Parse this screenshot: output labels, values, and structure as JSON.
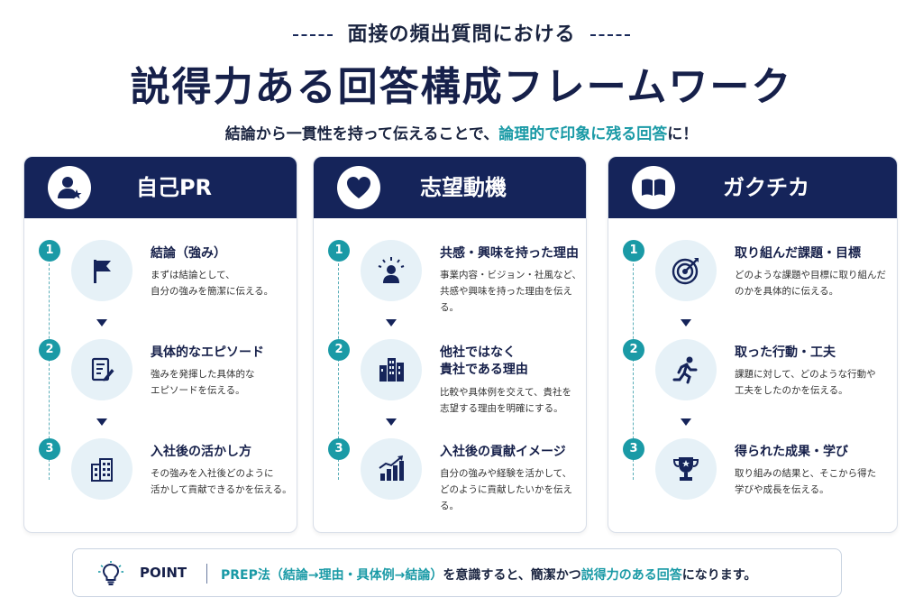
{
  "header": {
    "eyebrow": "面接の頻出質問における",
    "title": "説得力ある回答構成フレームワーク",
    "subtitle_prefix": "結論から一貫性を持って伝えることで、",
    "subtitle_highlight": "論理的で印象に残る回答",
    "subtitle_suffix": "に！"
  },
  "colors": {
    "navy": "#15245a",
    "teal": "#1a9aa6",
    "icon_bg": "#e6f1f7"
  },
  "cards": [
    {
      "title": "自己PR",
      "icon": "user-star-icon",
      "steps": [
        {
          "num": "1",
          "icon": "flag-icon",
          "title": "結論（強み）",
          "desc": "まずは結論として、\n自分の強みを簡潔に伝える。"
        },
        {
          "num": "2",
          "icon": "document-pen-icon",
          "title": "具体的なエピソード",
          "desc": "強みを発揮した具体的な\nエピソードを伝える。"
        },
        {
          "num": "3",
          "icon": "building-icon",
          "title": "入社後の活かし方",
          "desc": "その強みを入社後どのように\n活かして貢献できるかを伝える。"
        }
      ]
    },
    {
      "title": "志望動機",
      "icon": "heart-icon",
      "steps": [
        {
          "num": "1",
          "icon": "person-idea-icon",
          "title": "共感・興味を持った理由",
          "desc": "事業内容・ビジョン・社風など、\n共感や興味を持った理由を伝える。"
        },
        {
          "num": "2",
          "icon": "office-buildings-icon",
          "title": "他社ではなく\n貴社である理由",
          "desc": "比較や具体例を交えて、貴社を\n志望する理由を明確にする。"
        },
        {
          "num": "3",
          "icon": "growth-chart-icon",
          "title": "入社後の貢献イメージ",
          "desc": "自分の強みや経験を活かして、\nどのように貢献したいかを伝える。"
        }
      ]
    },
    {
      "title": "ガクチカ",
      "icon": "book-icon",
      "steps": [
        {
          "num": "1",
          "icon": "target-icon",
          "title": "取り組んだ課題・目標",
          "desc": "どのような課題や目標に取り組んだ\nのかを具体的に伝える。"
        },
        {
          "num": "2",
          "icon": "running-icon",
          "title": "取った行動・工夫",
          "desc": "課題に対して、どのような行動や\n工夫をしたのかを伝える。"
        },
        {
          "num": "3",
          "icon": "trophy-icon",
          "title": "得られた成果・学び",
          "desc": "取り組みの結果と、そこから得た\n学びや成長を伝える。"
        }
      ]
    }
  ],
  "point": {
    "label": "POINT",
    "text_highlight": "PREP法（結論→理由・具体例→結論）",
    "text_mid": "を意識すると、簡潔かつ",
    "text_highlight2": "説得力のある回答",
    "text_suffix": "になります。"
  }
}
